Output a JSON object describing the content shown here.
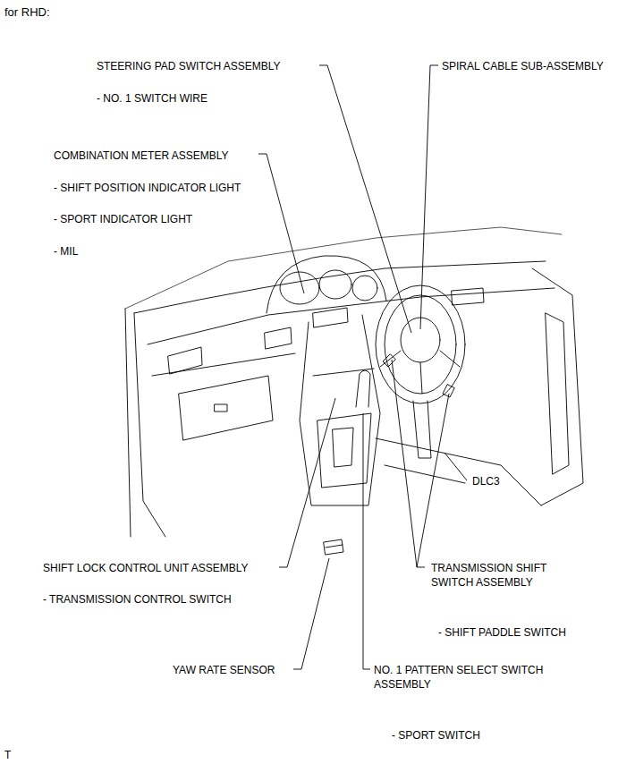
{
  "diagram": {
    "title": "for RHD:",
    "labels": [
      "STEERING PAD SWITCH ASSEMBLY",
      "- NO. 1 SWITCH WIRE",
      "SPIRAL CABLE SUB-ASSEMBLY",
      "COMBINATION METER ASSEMBLY",
      "- SHIFT POSITION INDICATOR LIGHT",
      "- SPORT INDICATOR LIGHT",
      "- MIL",
      "DLC3",
      "SHIFT LOCK CONTROL UNIT ASSEMBLY",
      "- TRANSMISSION CONTROL SWITCH",
      "TRANSMISSION SHIFT SWITCH ASSEMBLY",
      "- SHIFT PADDLE SWITCH",
      "YAW RATE SENSOR",
      "NO. 1 PATTERN SELECT SWITCH ASSEMBLY",
      "- SPORT SWITCH",
      "T"
    ]
  }
}
